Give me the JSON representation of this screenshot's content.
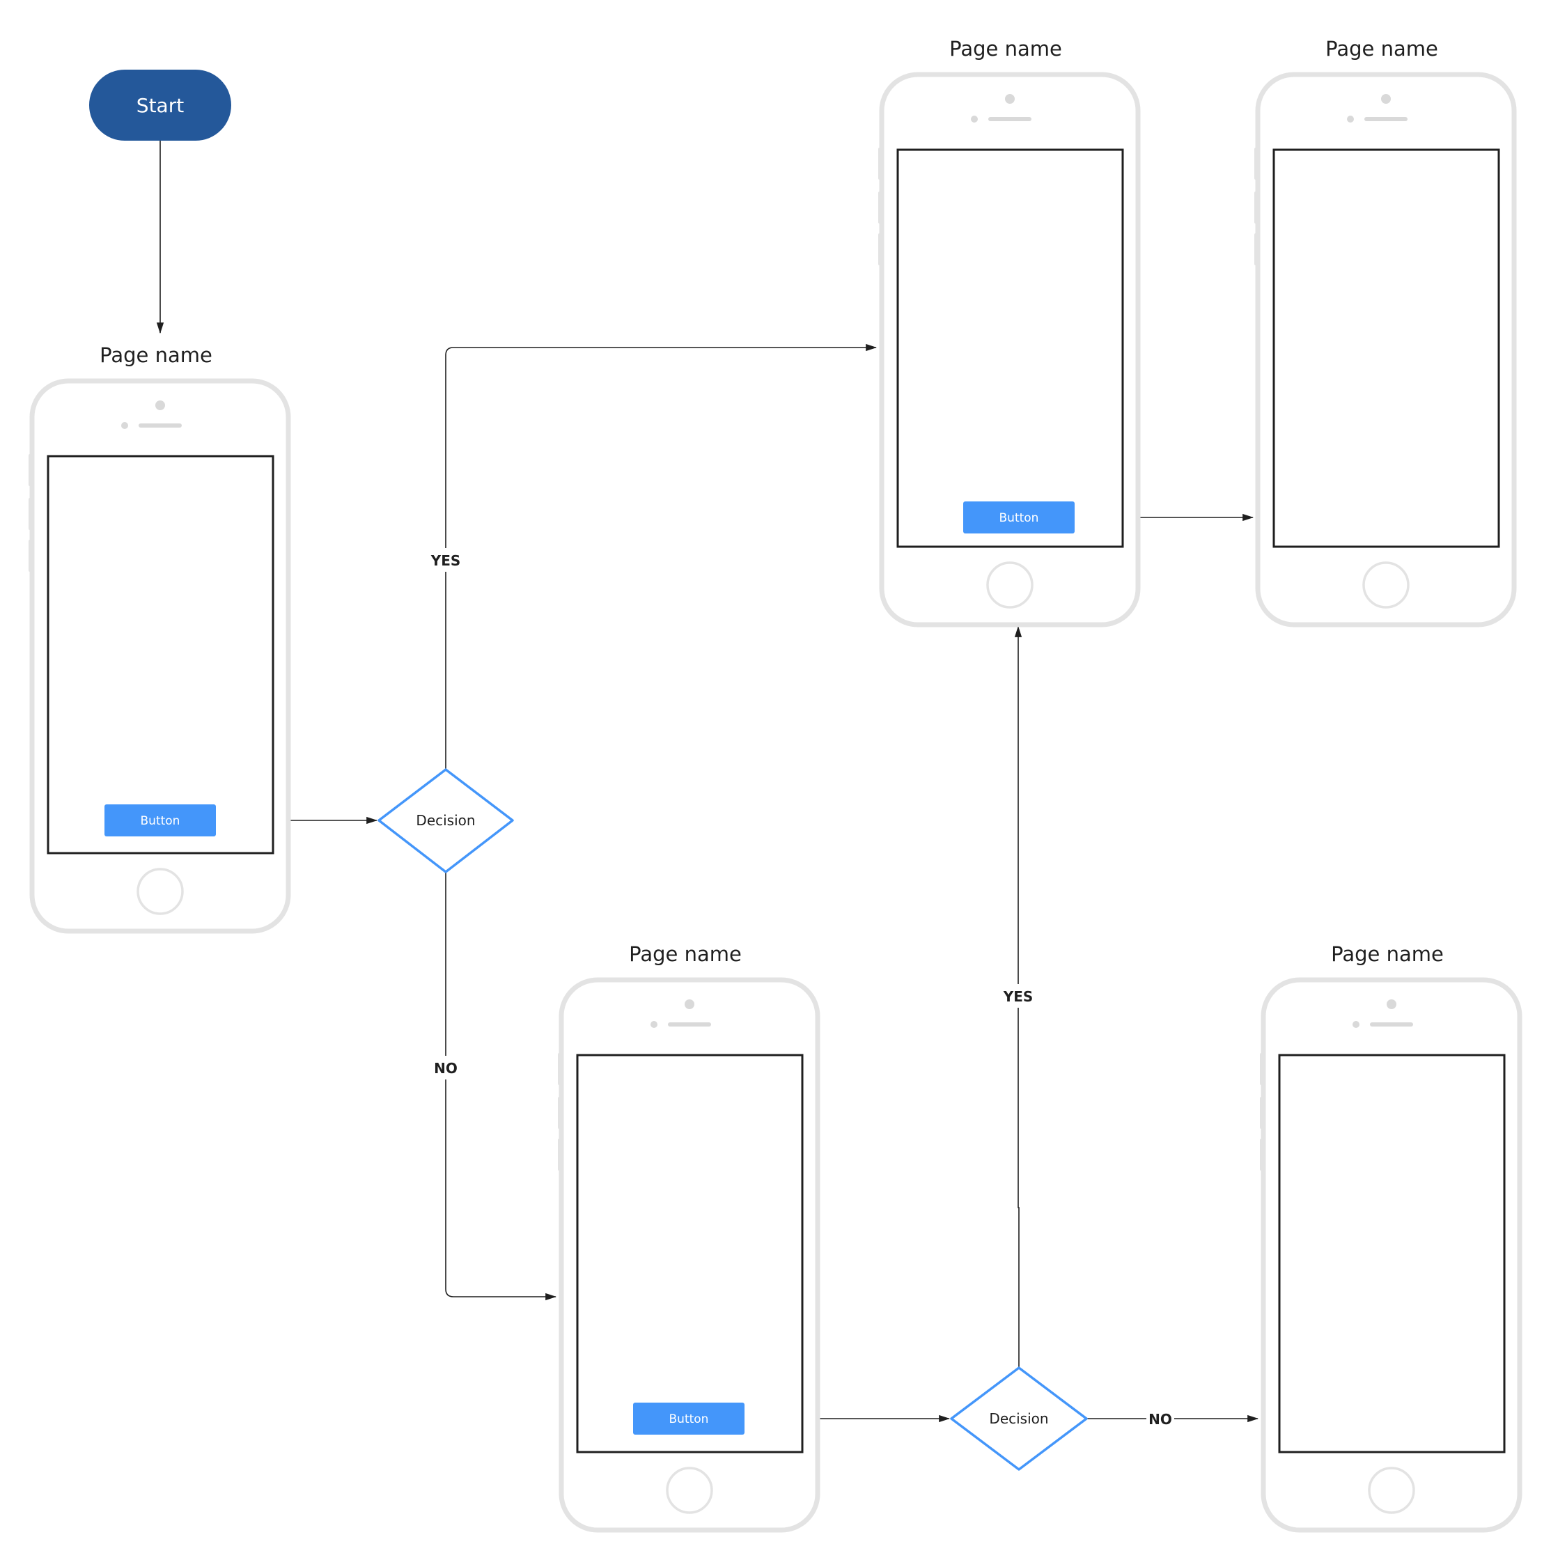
{
  "start": {
    "label": "Start"
  },
  "phones": [
    {
      "id": "phone-1",
      "title": "Page name",
      "button": "Button"
    },
    {
      "id": "phone-2",
      "title": "Page name",
      "button": "Button"
    },
    {
      "id": "phone-3",
      "title": "Page name",
      "button": null
    },
    {
      "id": "phone-4",
      "title": "Page name",
      "button": "Button"
    },
    {
      "id": "phone-5",
      "title": "Page name",
      "button": null
    }
  ],
  "decisions": [
    {
      "id": "decision-1",
      "label": "Decision"
    },
    {
      "id": "decision-2",
      "label": "Decision"
    }
  ],
  "edge_labels": {
    "d1_yes": "YES",
    "d1_no": "NO",
    "d2_yes": "YES",
    "d2_no": "NO"
  },
  "colors": {
    "start_fill": "#24589a",
    "button_fill": "#4496fa",
    "decision_stroke": "#4496fa",
    "phone_frame": "#e3e3e3",
    "line": "#1f1f1f"
  }
}
